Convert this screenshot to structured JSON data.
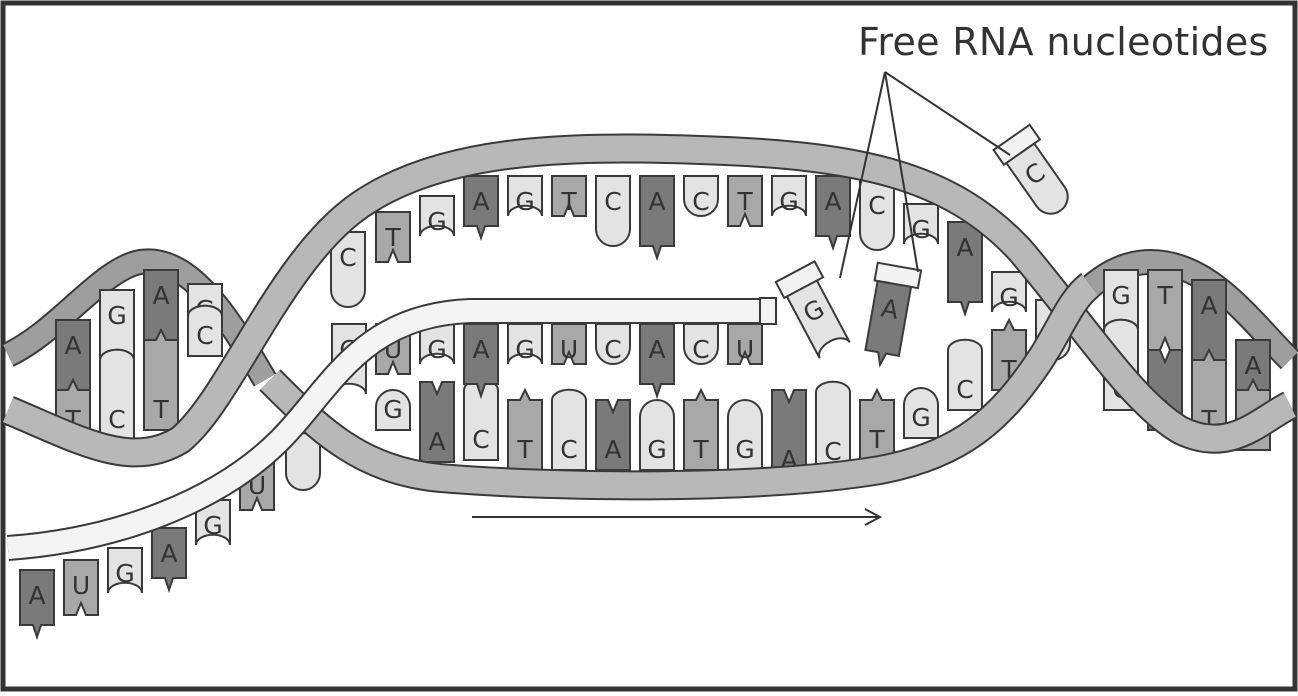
{
  "caption": "Free RNA nucleotides",
  "colors": {
    "dark": "#7a7a7a",
    "mid": "#a8a8a8",
    "light": "#e3e3e3",
    "backbone": "#b3b3b3",
    "rna_backbone": "#f4f4f4",
    "stroke": "#3a3a3a"
  },
  "bubble_top": [
    "C",
    "T",
    "G",
    "A",
    "G",
    "T",
    "C",
    "A",
    "C",
    "T",
    "G",
    "A",
    "C",
    "G",
    "A",
    "G",
    "C"
  ],
  "bubble_bottom": [
    "G",
    "A",
    "C",
    "T",
    "C",
    "A",
    "G",
    "T",
    "G",
    "A",
    "C",
    "T",
    "G",
    "C",
    "T"
  ],
  "rna_upper": [
    "G",
    "U",
    "G",
    "A",
    "G",
    "U",
    "C",
    "A",
    "C",
    "U"
  ],
  "rna_tail": [
    "A",
    "U",
    "G",
    "A",
    "G",
    "U",
    "C"
  ],
  "free_nucleotides": [
    "G",
    "A",
    "C"
  ],
  "left_helix": [
    "A",
    "T",
    "G",
    "C",
    "A",
    "T",
    "G",
    "C"
  ],
  "right_helix": [
    "G",
    "C",
    "T",
    "A",
    "A",
    "T",
    "A",
    "T"
  ]
}
